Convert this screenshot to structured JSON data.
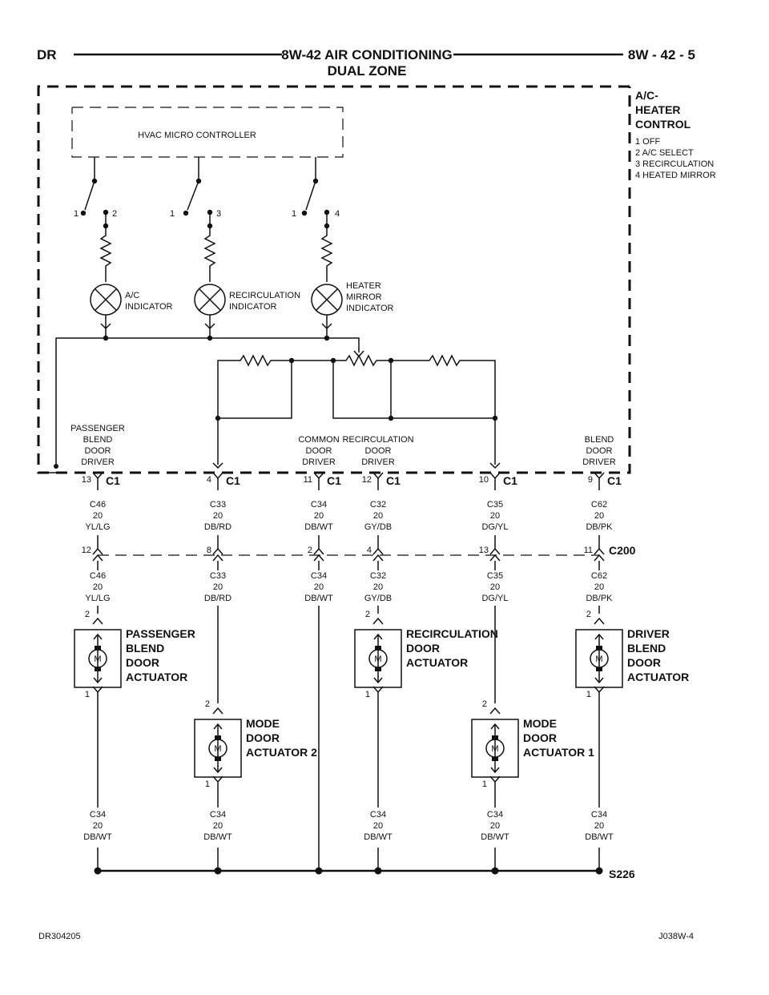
{
  "header": {
    "left": "DR",
    "title_line1": "8W-42 AIR CONDITIONING",
    "title_line2": "DUAL ZONE",
    "right": "8W - 42 - 5"
  },
  "control": {
    "title": [
      "A/C-",
      "HEATER",
      "CONTROL"
    ],
    "legend": [
      "1 OFF",
      "2 A/C SELECT",
      "3 RECIRCULATION",
      "4 HEATED MIRROR"
    ],
    "micro": "HVAC MICRO CONTROLLER"
  },
  "switches": [
    {
      "a": "1",
      "b": "2"
    },
    {
      "a": "1",
      "b": "3"
    },
    {
      "a": "1",
      "b": "4"
    }
  ],
  "indicators": [
    [
      "A/C",
      "INDICATOR"
    ],
    [
      "RECIRCULATION",
      "INDICATOR"
    ],
    [
      "HEATER",
      "MIRROR",
      "INDICATOR"
    ]
  ],
  "drivers": [
    [
      "PASSENGER",
      "BLEND",
      "DOOR",
      "DRIVER"
    ],
    [
      "COMMON",
      "DOOR",
      "DRIVER"
    ],
    [
      "RECIRCULATION",
      "DOOR",
      "DRIVER"
    ],
    [
      "BLEND",
      "DOOR",
      "DRIVER"
    ]
  ],
  "c1_name": "C1",
  "c200_name": "C200",
  "s226": "S226",
  "c1": [
    {
      "pin": "13",
      "upper": [
        "C46",
        "20",
        "YL/LG"
      ],
      "c200pin": "12",
      "lower": [
        "C46",
        "20",
        "YL/LG"
      ]
    },
    {
      "pin": "4",
      "upper": [
        "C33",
        "20",
        "DB/RD"
      ],
      "c200pin": "8",
      "lower": [
        "C33",
        "20",
        "DB/RD"
      ]
    },
    {
      "pin": "11",
      "upper": [
        "C34",
        "20",
        "DB/WT"
      ],
      "c200pin": "2",
      "lower": [
        "C34",
        "20",
        "DB/WT"
      ]
    },
    {
      "pin": "12",
      "upper": [
        "C32",
        "20",
        "GY/DB"
      ],
      "c200pin": "4",
      "lower": [
        "C32",
        "20",
        "GY/DB"
      ]
    },
    {
      "pin": "10",
      "upper": [
        "C35",
        "20",
        "DG/YL"
      ],
      "c200pin": "13",
      "lower": [
        "C35",
        "20",
        "DG/YL"
      ]
    },
    {
      "pin": "9",
      "upper": [
        "C62",
        "20",
        "DB/PK"
      ],
      "c200pin": "11",
      "lower": [
        "C62",
        "20",
        "DB/PK"
      ]
    }
  ],
  "actuators": [
    {
      "label": [
        "PASSENGER",
        "BLEND",
        "DOOR",
        "ACTUATOR"
      ],
      "pin_top": "2",
      "pin_bot": "1",
      "motor": "M"
    },
    {
      "label": [
        "MODE",
        "DOOR",
        "ACTUATOR 2"
      ],
      "pin_top": "2",
      "pin_bot": "1",
      "motor": "M"
    },
    {
      "label": [
        "RECIRCULATION",
        "DOOR",
        "ACTUATOR"
      ],
      "pin_top": "2",
      "pin_bot": "1",
      "motor": "M"
    },
    {
      "label": [
        "MODE",
        "DOOR",
        "ACTUATOR 1"
      ],
      "pin_top": "2",
      "pin_bot": "1",
      "motor": "M"
    },
    {
      "label": [
        "DRIVER",
        "BLEND",
        "DOOR",
        "ACTUATOR"
      ],
      "pin_top": "2",
      "pin_bot": "1",
      "motor": "M"
    }
  ],
  "ground_wires": [
    [
      "C34",
      "20",
      "DB/WT"
    ],
    [
      "C34",
      "20",
      "DB/WT"
    ],
    [
      "C34",
      "20",
      "DB/WT"
    ],
    [
      "C34",
      "20",
      "DB/WT"
    ],
    [
      "C34",
      "20",
      "DB/WT"
    ]
  ],
  "footer": {
    "left": "DR304205",
    "right": "J038W-4"
  }
}
